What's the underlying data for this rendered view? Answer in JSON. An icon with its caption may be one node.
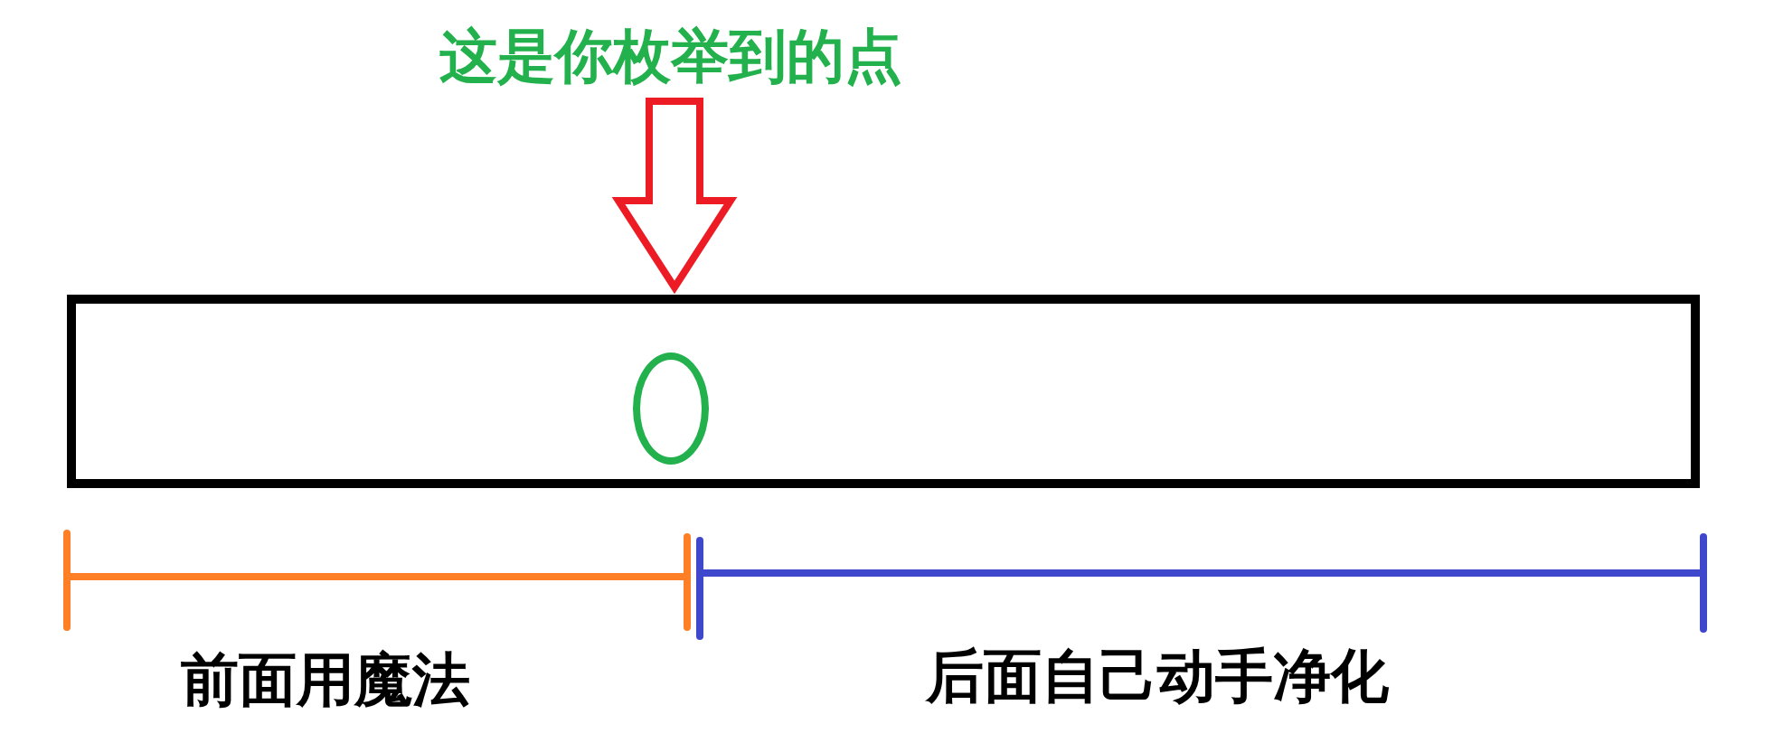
{
  "diagram": {
    "nodes": [
      {
        "text": [
          "这是你枚举到的点"
        ]
      },
      {
        "text": [],
        "shape": "box"
      },
      {
        "text": [],
        "shape": "ellipse",
        "in": 1
      }
    ],
    "edges": [
      {
        "from": 0,
        "to": 1,
        "arrow": "to",
        "color": "#ed1c24"
      }
    ],
    "labels": [
      "前面用魔法",
      "后面自己动手净化"
    ]
  }
}
